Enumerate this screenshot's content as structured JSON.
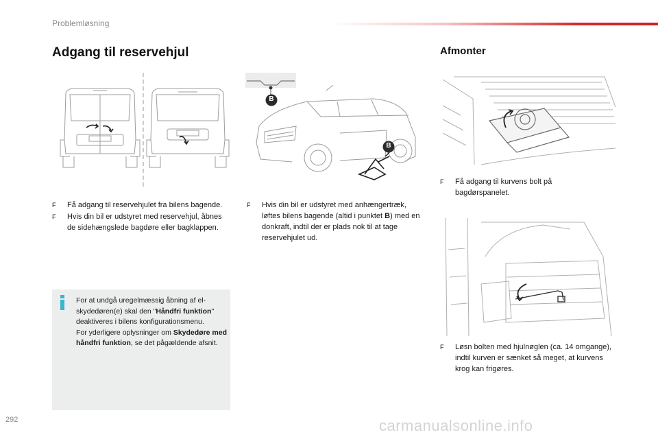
{
  "header": {
    "section": "Problemløsning"
  },
  "left": {
    "title": "Adgang til reservehjul",
    "bullets_col1": [
      "Få adgang til reservehjulet fra bilens bagende.",
      "Hvis din bil er udstyret med reservehjul, åbnes de sidehængslede bagdøre eller bagklappen."
    ],
    "bullets_col2": [
      {
        "before": "Hvis din bil er udstyret med anhængertræk, løftes bilens bagende (altid i punktet ",
        "bold": "B",
        "after": ") med en donkraft, indtil der er plads nok til at tage reservehjulet ud."
      }
    ],
    "info": {
      "p1_before": "For at undgå uregelmæssig åbning af el-skydedøren(e) skal den \"",
      "p1_bold": "Håndfri funktion",
      "p1_after": "\" deaktiveres i bilens konfigurationsmenu.",
      "p2_before": "For yderligere oplysninger om ",
      "p2_bold": "Skydedøre med håndfri funktion",
      "p2_after": ", se det pågældende afsnit."
    }
  },
  "right": {
    "title": "Afmonter",
    "bullet1": "Få adgang til kurvens bolt på bagdørspanelet.",
    "bullet2": "Løsn bolten med hjulnøglen (ca. 14 omgange), indtil kurven er sænket så meget, at kurvens krog kan frigøres."
  },
  "callouts": {
    "label_b_top": "B",
    "label_b_car": "B"
  },
  "colors": {
    "accent_red": "#d01f24",
    "info_cyan": "#38b6c9",
    "info_bg": "#eceded",
    "callout_dark": "#2b2b2b"
  },
  "icons": {
    "bullet_marker": "F",
    "info": "info-icon"
  },
  "footer": {
    "page_number": "292",
    "watermark": "carmanualsonline.info"
  }
}
